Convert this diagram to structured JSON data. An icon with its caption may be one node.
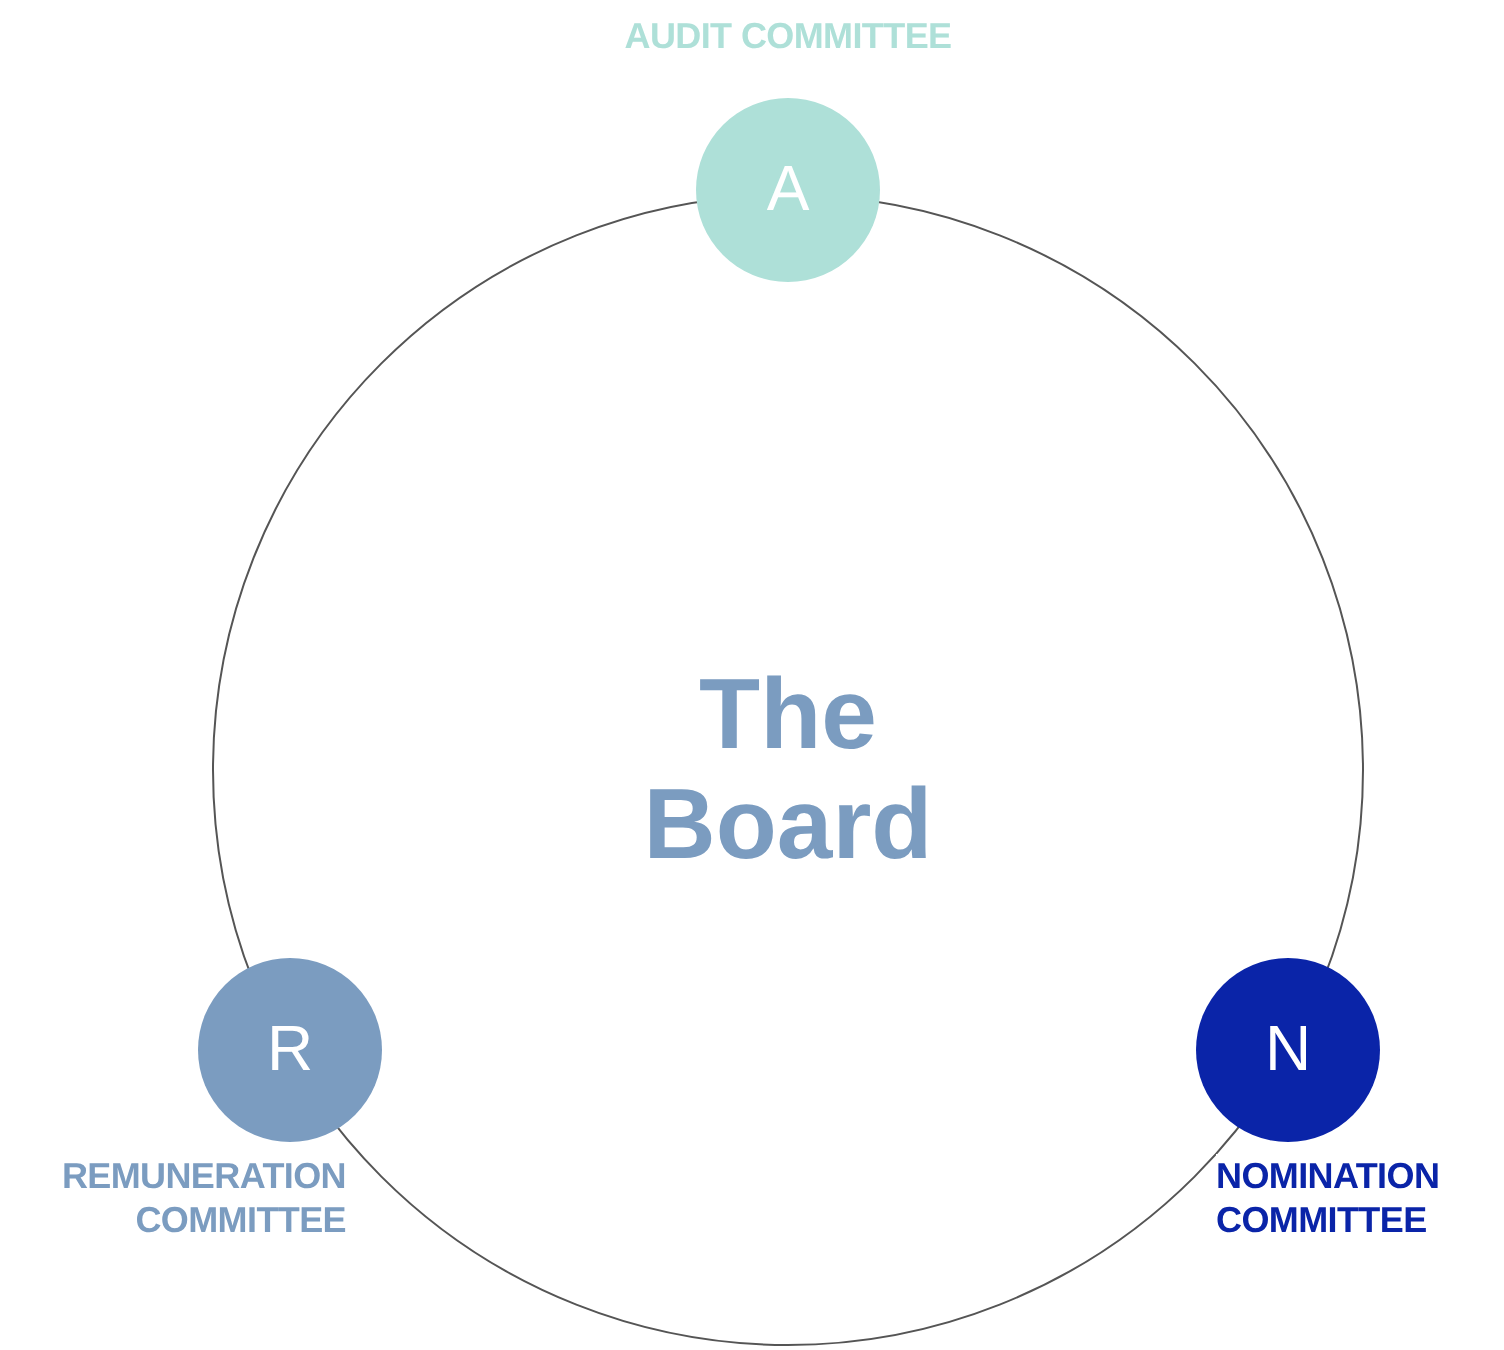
{
  "diagram": {
    "nodes": [
      {
        "text": [
          "The Board"
        ]
      },
      {
        "text": [
          "A"
        ],
        "beside": [
          "AUDIT COMMITTEE"
        ]
      },
      {
        "text": [
          "R"
        ],
        "beside": [
          "REMUNERATION COMMITTEE"
        ]
      },
      {
        "text": [
          "N"
        ],
        "beside": [
          "NOMINATION COMMITTEE"
        ]
      }
    ]
  }
}
